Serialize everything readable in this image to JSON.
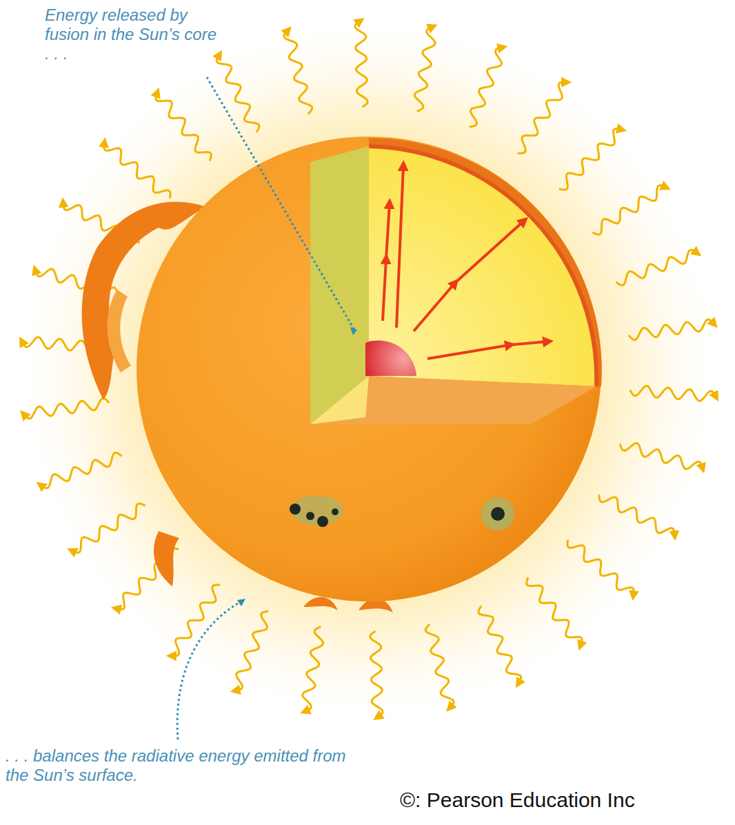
{
  "diagram": {
    "labels": [
      "Energy released by fusion in the Sun’s core . . .",
      ". . . balances the radiative energy emitted from the Sun’s surface.",
      "©: Pearson Education Inc"
    ]
  }
}
